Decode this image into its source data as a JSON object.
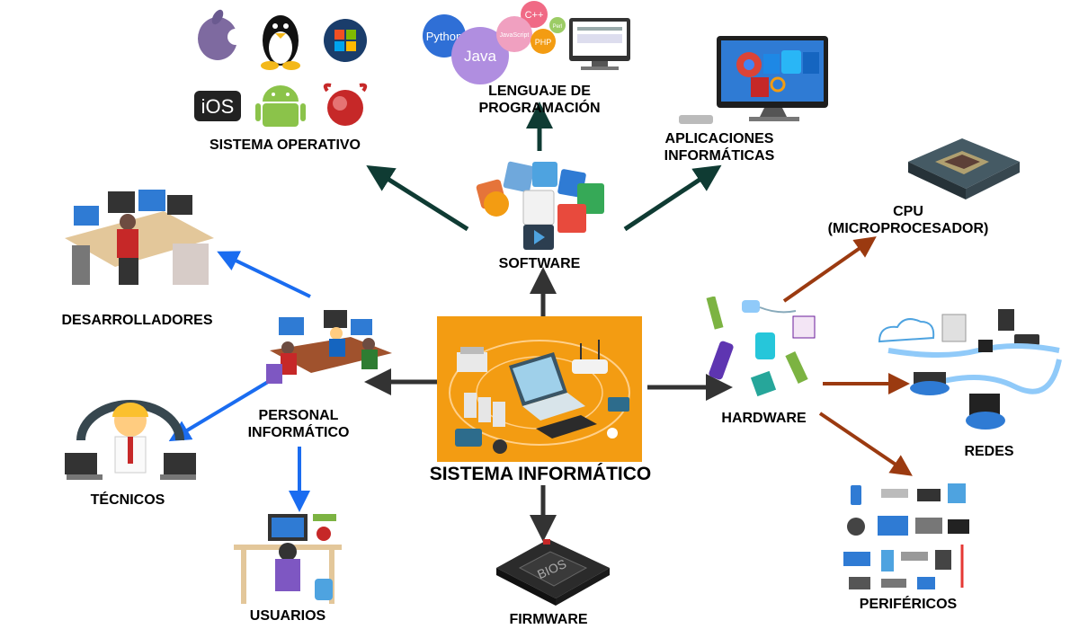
{
  "diagram": {
    "center": "SISTEMA INFORMÁTICO",
    "software": {
      "label": "SOFTWARE",
      "children": {
        "os": "SISTEMA OPERATIVO",
        "lang_line1": "LENGUAJE DE",
        "lang_line2": "PROGRAMACIÓN",
        "apps_line1": "APLICACIONES",
        "apps_line2": "INFORMÁTICAS"
      },
      "os_logos": [
        "apple-icon",
        "linux-icon",
        "windows-icon",
        "ios-icon",
        "android-icon",
        "freebsd-icon"
      ],
      "ios_text": "iOS",
      "languages": [
        "Python",
        "Java",
        "C++",
        "JavaScript",
        "PHP",
        "Perl"
      ]
    },
    "hardware": {
      "label": "HARDWARE",
      "children": {
        "cpu_line1": "CPU",
        "cpu_line2": "(MICROPROCESADOR)",
        "redes": "REDES",
        "perifericos": "PERIFÉRICOS"
      }
    },
    "personal": {
      "label_line1": "PERSONAL",
      "label_line2": "INFORMÁTICO",
      "children": {
        "dev": "DESARROLLADORES",
        "tec": "TÉCNICOS",
        "usr": "USUARIOS"
      }
    },
    "firmware": {
      "label": "FIRMWARE",
      "chip_text": "BIOS"
    }
  },
  "colors": {
    "software_arrow": "#0f3b33",
    "hardware_arrow": "#9b3a10",
    "personal_arrow": "#1a6cf0",
    "dark_arrow": "#333333",
    "center_bg": "#f39c12"
  }
}
